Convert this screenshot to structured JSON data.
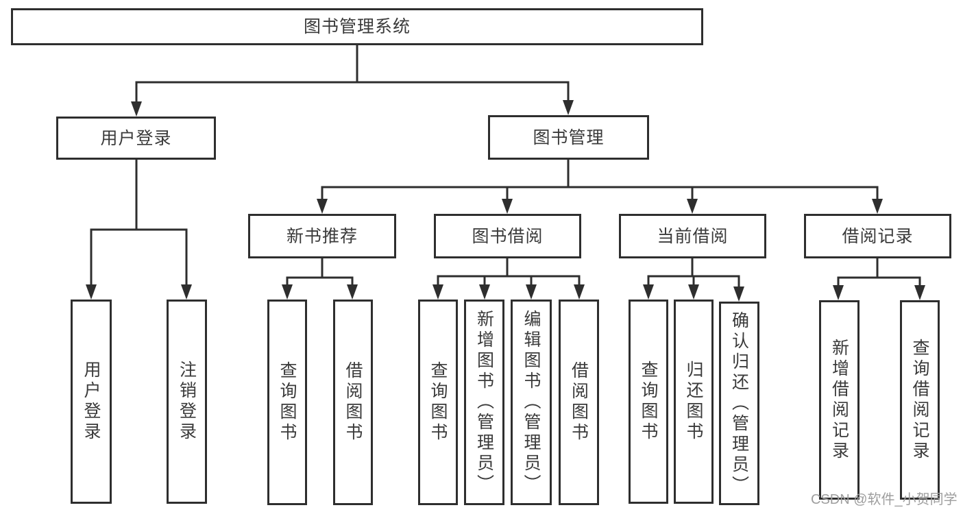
{
  "tree": {
    "root": {
      "label": "图书管理系统"
    },
    "user_login": {
      "label": "用户登录",
      "children": [
        {
          "label": "用户登录"
        },
        {
          "label": "注销登录"
        }
      ]
    },
    "book_management": {
      "label": "图书管理",
      "modules": [
        {
          "label": "新书推荐",
          "children": [
            {
              "label": "查询图书"
            },
            {
              "label": "借阅图书"
            }
          ]
        },
        {
          "label": "图书借阅",
          "children": [
            {
              "label": "查询图书"
            },
            {
              "label": "新增图书（管理员）"
            },
            {
              "label": "编辑图书（管理员）"
            },
            {
              "label": "借阅图书"
            }
          ]
        },
        {
          "label": "当前借阅",
          "children": [
            {
              "label": "查询图书"
            },
            {
              "label": "归还图书"
            },
            {
              "label": "确认归还（管理员）"
            }
          ]
        },
        {
          "label": "借阅记录",
          "children": [
            {
              "label": "新增借阅记录"
            },
            {
              "label": "查询借阅记录"
            }
          ]
        }
      ]
    }
  },
  "watermark": {
    "text": "CSDN @软件_小贺同学"
  },
  "colors": {
    "line": "#2e2e2e",
    "box_border": "#2e2e2e",
    "text": "#3a3a3a",
    "watermark": "#9e9e9e",
    "background": "#ffffff"
  }
}
